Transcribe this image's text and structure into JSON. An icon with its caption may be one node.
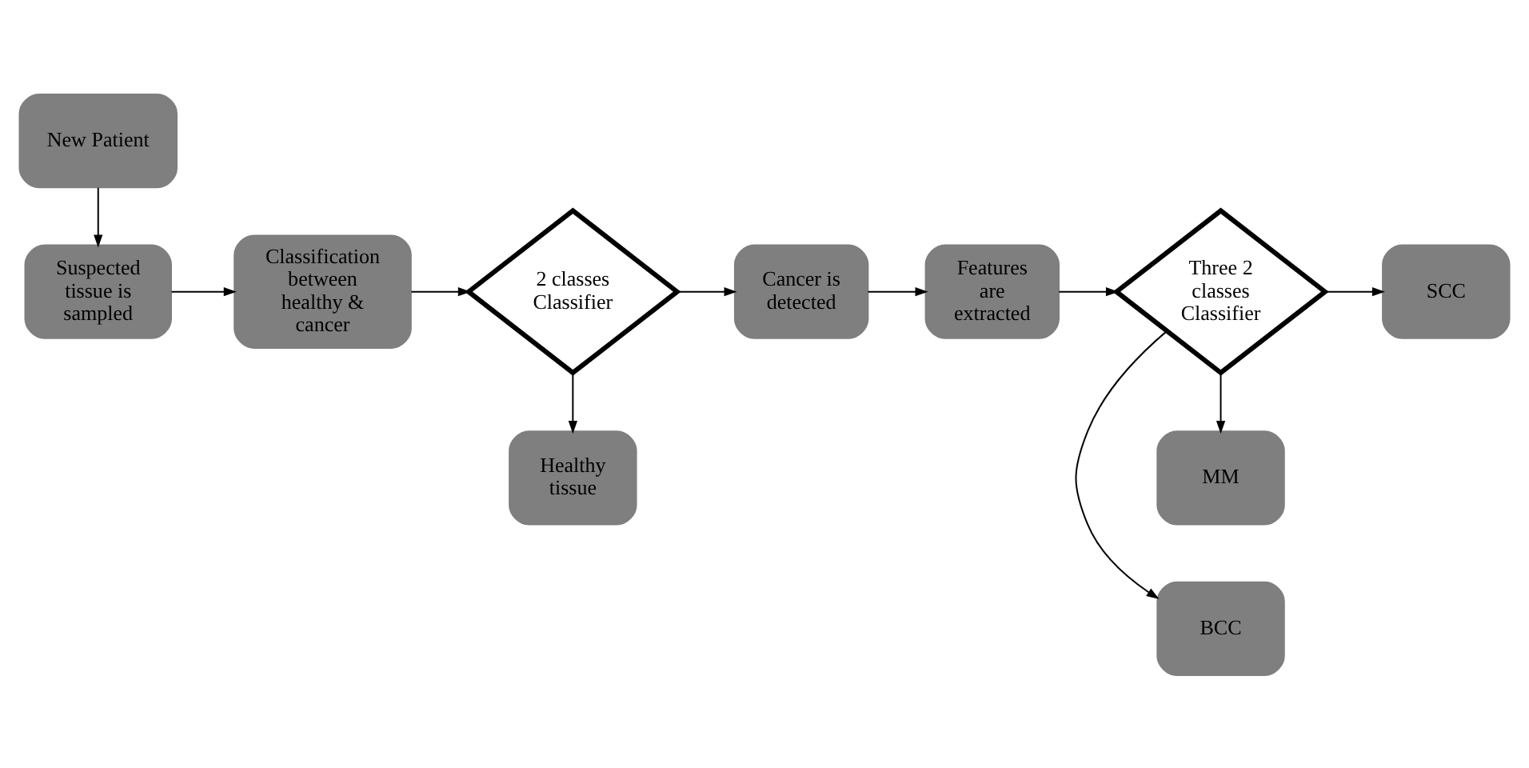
{
  "diagram": {
    "nodes": [
      {
        "text": [
          "New Patient"
        ]
      },
      {
        "text": [
          "Suspected tissue is sampled"
        ]
      },
      {
        "text": [
          "Classification between healthy & cancer"
        ]
      },
      {
        "text": [
          "2 classes Classifier"
        ]
      },
      {
        "text": [
          "Healthy tissue"
        ]
      },
      {
        "text": [
          "Cancer is detected"
        ]
      },
      {
        "text": [
          "Features are extracted"
        ]
      },
      {
        "text": [
          "BCC"
        ]
      },
      {
        "text": [
          "Three 2 classes Classifier"
        ]
      },
      {
        "text": [
          "SCC"
        ]
      },
      {
        "text": [
          "MM"
        ]
      }
    ],
    "edges": [
      {
        "from": 0,
        "to": 1,
        "arrow": "to"
      },
      {
        "from": 1,
        "to": 2,
        "arrow": "to"
      },
      {
        "from": 2,
        "to": 3,
        "arrow": "to"
      },
      {
        "from": 3,
        "to": 4,
        "arrow": "to"
      },
      {
        "from": 3,
        "to": 5,
        "arrow": "to"
      },
      {
        "from": 5,
        "to": 6,
        "arrow": "to"
      },
      {
        "from": 6,
        "to": 8,
        "arrow": "to"
      },
      {
        "from": 8,
        "to": 7,
        "arrow": "to"
      },
      {
        "from": 8,
        "to": 9,
        "arrow": "to"
      },
      {
        "from": 8,
        "to": 10,
        "arrow": "to"
      }
    ]
  }
}
